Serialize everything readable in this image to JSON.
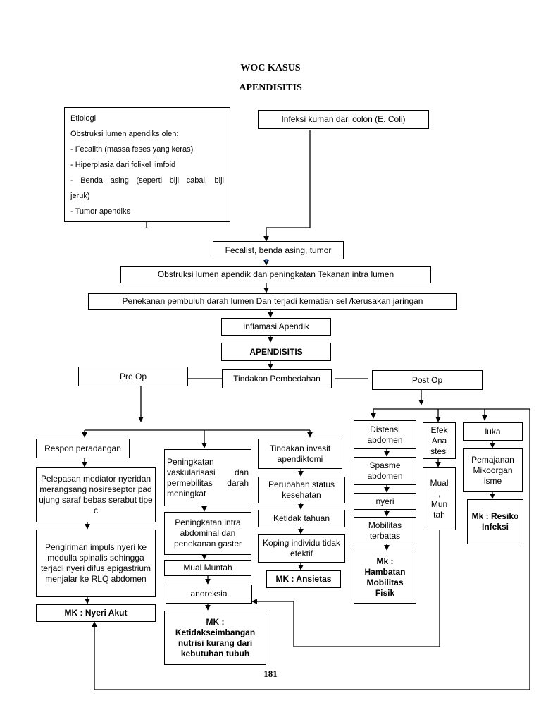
{
  "header": {
    "title_line1": "WOC KASUS",
    "title_line2": "APENDISITIS"
  },
  "etiologi": {
    "heading": "Etiologi",
    "intro": "Obstruksi lumen apendiks oleh:",
    "items": [
      "- Fecalith (massa feses yang keras)",
      "- Hiperplasia dari folikel limfoid",
      "- Benda asing (seperti biji cabai, biji",
      "jeruk)",
      "- Tumor apendiks"
    ]
  },
  "main": {
    "infeksi": "Infeksi kuman dari colon (E. Coli)",
    "fecalist": "Fecalist, benda asing, tumor",
    "obstruksi": "Obstruksi lumen apendik dan peningkatan Tekanan intra lumen",
    "penekanan": "Penekanan pembuluh darah lumen Dan terjadi kematian sel /kerusakan jaringan",
    "inflamasi": "Inflamasi Apendik",
    "apendisitis": "APENDISITIS",
    "tindakan": "Tindakan Pembedahan",
    "pre_op": "Pre Op",
    "post_op": "Post Op"
  },
  "pre_col1": {
    "respon": "Respon peradangan",
    "pelepasan": "Pelepasan mediator nyeridan merangsang nosireseptor pad ujung saraf bebas serabut tipe c",
    "pengiriman": "Pengiriman impuls nyeri ke medulla spinalis sehingga terjadi nyeri difus epigastrium menjalar ke RLQ abdomen",
    "mk": "MK : Nyeri Akut"
  },
  "pre_col2": {
    "vaskular": "Peningkatan vaskularisasi dan permebilitas darah meningkat",
    "intra": "Peningkatan intra abdominal dan penekanan gaster",
    "mual": "Mual Muntah",
    "anoreksia": "anoreksia",
    "mk": "MK : Ketidakseimbangan nutrisi kurang dari kebutuhan tubuh"
  },
  "pre_col3": {
    "invasif": "Tindakan invasif apendiktomi",
    "perubahan": "Perubahan status kesehatan",
    "ketidaktahuan": "Ketidak tahuan",
    "koping": "Koping individu tidak efektif",
    "mk": "MK : Ansietas"
  },
  "post_col1": {
    "distensi": "Distensi abdomen",
    "spasme": "Spasme abdomen",
    "nyeri": "nyeri",
    "mobilitas": "Mobilitas terbatas",
    "mk": "Mk : Hambatan Mobilitas Fisik"
  },
  "post_col2": {
    "efek": "Efek Ana stesi",
    "mual": "Mual , Mun tah"
  },
  "post_col3": {
    "luka": "luka",
    "pemajanan": "Pemajanan Mikoorgan isme",
    "mk": "Mk : Resiko Infeksi"
  },
  "footer": {
    "page_number": "181"
  }
}
